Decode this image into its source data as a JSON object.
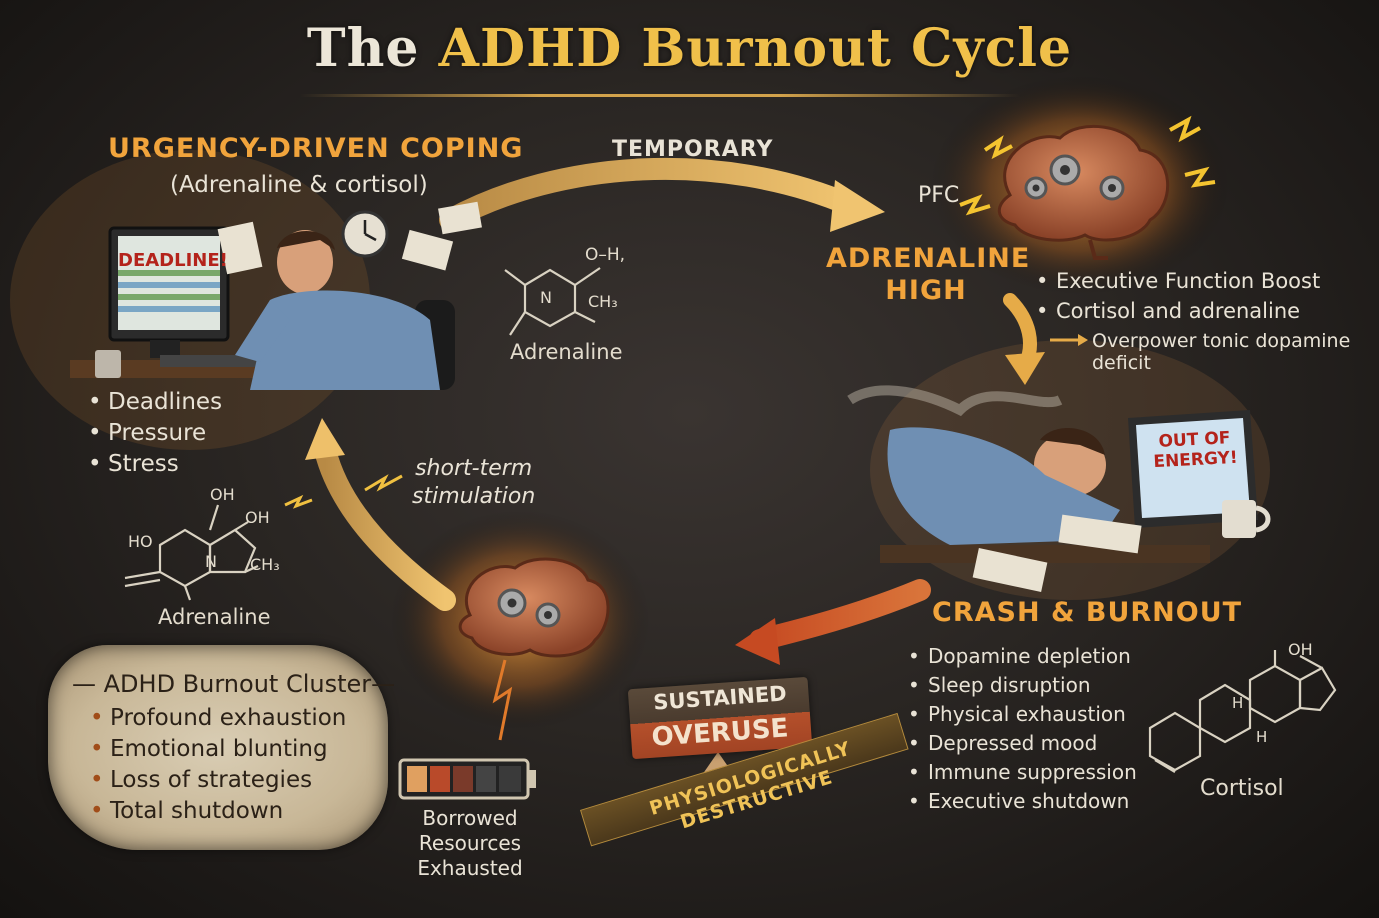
{
  "title": {
    "prefix": "The",
    "main": "ADHD Burnout Cycle"
  },
  "urgency": {
    "heading": "URGENCY-DRIVEN COPING",
    "subheading": "(Adrenaline & cortisol)",
    "bullets": [
      "Deadlines",
      "Pressure",
      "Stress"
    ],
    "screen_text": "DEADLINE!"
  },
  "arrows": {
    "top": "TEMPORARY",
    "left": "short-term\nstimulation"
  },
  "high": {
    "pfc_label": "PFC",
    "heading_line1": "ADRENALINE",
    "heading_line2": "HIGH",
    "bullets": [
      "Executive Function Boost",
      "Cortisol and adrenaline"
    ],
    "sub_arrow_line1": "Overpower tonic dopamine",
    "sub_arrow_line2": "deficit"
  },
  "crash": {
    "screen_line1": "OUT OF",
    "screen_line2": "ENERGY!",
    "heading": "CRASH & BURNOUT",
    "bullets": [
      "Dopamine depletion",
      "Sleep disruption",
      "Physical exhaustion",
      "Depressed mood",
      "Immune suppression",
      "Executive shutdown"
    ]
  },
  "molecules": {
    "adrenaline_top": "Adrenaline",
    "adrenaline_left": "Adrenaline",
    "cortisol": "Cortisol",
    "adr_top_oh": "O–H,",
    "adr_top_ch3": "CH₃",
    "adr_top_n": "N",
    "adr_left_oh1": "OH",
    "adr_left_oh2": "OH",
    "adr_left_ho": "HO",
    "adr_left_n": "N",
    "adr_left_ch3": "CH₃",
    "cort_oh": "OH",
    "cort_h1": "H",
    "cort_h2": "H"
  },
  "cluster": {
    "title": "— ADHD Burnout Cluster—",
    "bullets": [
      "Profound exhaustion",
      "Emotional blunting",
      "Loss of strategies",
      "Total shutdown"
    ]
  },
  "battery": {
    "label_line1": "Borrowed Resources",
    "label_line2": "Exhausted"
  },
  "overuse": {
    "line1": "SUSTAINED",
    "line2": "OVERUSE"
  },
  "destructive": "PHYSIOLOGICALLY DESTRUCTIVE",
  "colors": {
    "accent_orange": "#f1a43c",
    "arrow_gold": "#d9a550",
    "arrow_red": "#d0562c",
    "chalk": "#e9e3d6"
  }
}
